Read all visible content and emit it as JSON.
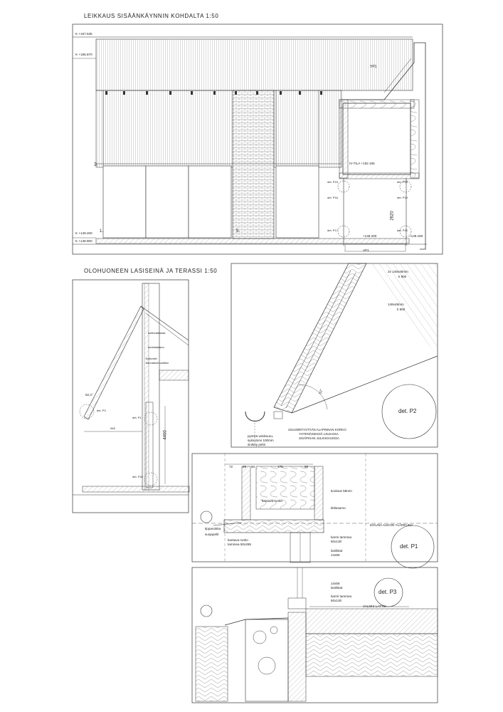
{
  "titles": {
    "section_top": "LEIKKAUS SISÄÄNKÄYNNIN KOHDALTA 1:50",
    "section_left": "OLOHUONEEN LASISEINÄ JA TERASSI 1:50"
  },
  "top_section": {
    "levels": [
      "+157.535",
      "+156.870",
      "+149.200",
      "+148.900"
    ],
    "level_prefix": "K",
    "roof_tag": "YP1",
    "iv_tila": "IV-TILA",
    "iv_level": "+152.165",
    "left_numbers": [
      "3.",
      "1."
    ],
    "center_number": "5.",
    "dim_vertical": "2620",
    "ground_tag": "AP1",
    "right_level": "+149.180",
    "mid_level": "+149.200",
    "details": [
      "det. P15",
      "det. P16",
      "det. P18",
      "det. P19",
      "det. P17",
      "det. P20"
    ]
  },
  "left_section": {
    "angle": "52,2°",
    "det_p1": "det. P1",
    "det_p3": "det. P3",
    "det_p20": "det. P20",
    "dim_4400": "4400",
    "dim_bottom": "948",
    "labels": [
      "kuitturaitiskaa",
      "avobaiaasuu",
      "kuitursiiri",
      "kannatusmuulikko"
    ]
  },
  "detail_p2": {
    "badge": "det. P2",
    "top_spec": [
      "2x 148x48mm",
      "k 900"
    ],
    "mid_spec": [
      "148x48mm",
      "k 900"
    ],
    "angle": "52°",
    "board": "22x100",
    "gutter": [
      "pyöreä vesikouru,",
      "syksytorvi 100mm",
      "sinkitty peltii"
    ],
    "eaves": [
      "RÄYSTÄÄN ALAPINNAN KORKO",
      "YHTENÄISESSÄ LINJASSA",
      "SISÄPIHAN JULKISIVUISSA"
    ]
  },
  "detail_p1": {
    "badge": "det. P1",
    "dims": [
      "72",
      "25",
      "50",
      "175",
      "58"
    ],
    "koolaus": "koolaus 58mm",
    "kantava": "kantava runko",
    "kitti": "kittisaumo",
    "ikkuna": "IKKUNA AUKON YLÄREUNA",
    "tippa": [
      "tippanokka",
      "suojapelti"
    ],
    "runko": [
      "kantava runko",
      "tammea 50x265"
    ],
    "karmi": [
      "karmi tammea",
      "50x130"
    ],
    "listat": [
      "lasilistat",
      "14x56"
    ]
  },
  "detail_p3": {
    "badge": "det. P3",
    "lista": [
      "14x56",
      "lasilistat"
    ],
    "karmi": [
      "karmi tammea",
      "50x130"
    ],
    "lattia": "VALMIS LATTIA"
  }
}
